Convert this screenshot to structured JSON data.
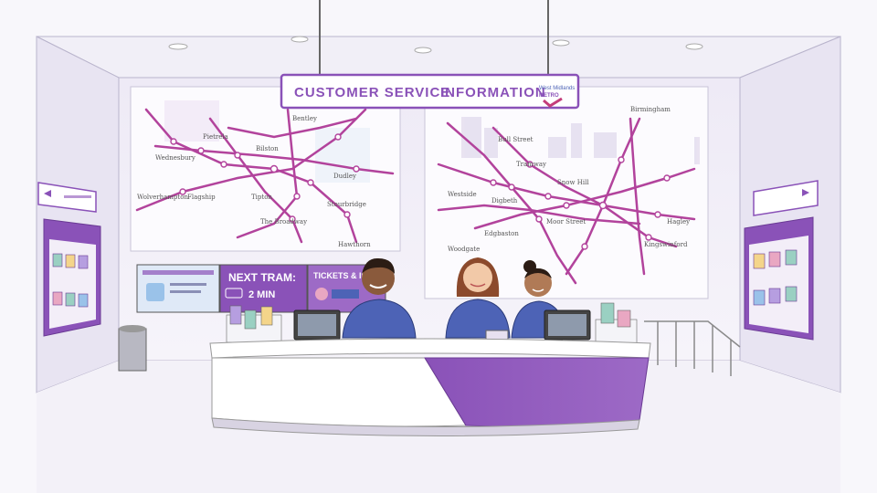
{
  "main_sign": {
    "title": "CUSTOMER SERVICE",
    "subtitle": "INFORMATION",
    "logo_text_top": "West Midlands",
    "logo_text_bottom": "METRO"
  },
  "screens": {
    "left": "NEXT TRAM:",
    "left_sub": "2 MIN",
    "right": "TICKETS & INFO"
  },
  "left_map_stations": [
    "Pietrela",
    "Wednesbury",
    "Bilston",
    "Wolverhampton",
    "Flagship",
    "Tipton",
    "Dudley",
    "The Broadway",
    "Stourbridge",
    "Hawthorn",
    "Bentley"
  ],
  "right_map_stations": [
    "Birmingham",
    "Bull Street",
    "Tramway",
    "Westside",
    "Snow Hill",
    "Digbeth",
    "Moor Street",
    "Edgbaston",
    "Hagley",
    "Woodgate",
    "Kingswinford"
  ],
  "colors": {
    "brand_purple": "#8a52b8",
    "line_magenta": "#b2439c",
    "counter_purple": "#8d57b6",
    "uniform_blue": "#4d63b6"
  }
}
